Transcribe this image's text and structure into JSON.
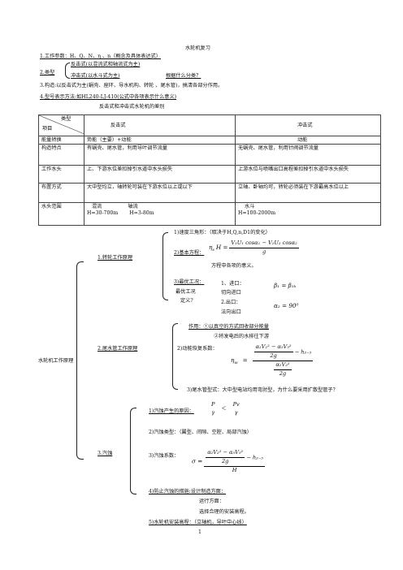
{
  "title": "水轮机复习",
  "item1": "1.工作参数：H、Q、N、η 、n（概念及具体表达式）",
  "item2": {
    "label": "2.类型",
    "reaction": "反击式(以混流式和轴流式为主)",
    "impulse": "冲击式(以水斗式为主)",
    "question": "根据什么分类？"
  },
  "item3": "3.构造:以反击式为主(蜗壳、座环、导水机构、转轮 、尾水管)，搞清各部分作用。",
  "item4": "4.型号表示方法:如HL240-LJ-410(公式中各项表示什么意义)",
  "table_caption": "反击式和冲击式水轮机的差别",
  "table": {
    "header": {
      "diag_top": "类型",
      "diag_bottom": "项目",
      "col1": "反击式",
      "col2": "冲击式"
    },
    "rows": [
      {
        "item": "能量转换",
        "reaction": "势能（主要）+动能",
        "impulse": "动能"
      },
      {
        "item": "构造特点",
        "reaction": "有蜗壳、尾水管，利用导叶调节流量",
        "impulse": "无蜗壳、尾水管，利用针阀调节流量"
      },
      {
        "item": "工作水头",
        "reaction": "上、下游水位差扣掉引水道中水头损失",
        "impulse": "上游水位与喷嘴出口高程差扣掉引水道中水头损失"
      },
      {
        "item": "布置方式",
        "reaction": "大中型均立，轴转轮可装在下游水位以上或以下",
        "impulse": "立轴、卧轴均可，转轮必须装在下游最高水位以上"
      },
      {
        "item": "水头范围",
        "reaction_a": "混流",
        "reaction_b": "轴流",
        "reaction_c": "H=30-700m",
        "reaction_d": "H=3-80m",
        "impulse_a": "水斗",
        "impulse_b": "H=100-2000m"
      }
    ]
  },
  "tree": {
    "root": "水轮机工作原理",
    "s1": {
      "label": "1.转轮工作原理",
      "a": "1)速度三角形：（取决于H,Q,n,D1的变化）",
      "b": "2)基本方程：",
      "b_eq_lhs": "η",
      "b_eq_sub": "s",
      "b_eq_h": "H =",
      "b_num": "V₁U₁ cosα₁ − V₂U₂ cosα₂",
      "b_den": "g",
      "b_note": "方程中各项的意义。",
      "c": "3)最优工况：",
      "c2": "最优工况",
      "c3": "定义?",
      "c_in": "1、进口：",
      "c_in2": "切向进口",
      "c_out": "2.出口：",
      "c_out2": "法向出口",
      "c_eq1": "β₁ = β₁ₖ",
      "c_eq2": "α₂ = 90⁰"
    },
    "s2": {
      "label": "2.尾水管工作原理",
      "a": "作用：①以真空的方式回收部分能量",
      "a2": "②将发电后的水排往下游",
      "b": "2)动能恢复系数：",
      "b_eta": "η",
      "b_eta_sub": "w",
      "b_eq": "=",
      "b_num": "α₂V₂² − α₅V₅²",
      "b_num_den": "2g",
      "b_num_tail": "− h₂₋₅",
      "b_den": "α₂V₂²",
      "b_den_den": "2g",
      "c": "3)尾水管型式：大中型电站均用弯肘型，为什么要采用扩散型管子？"
    },
    "s3": {
      "label": "3.汽蚀",
      "a": "1)汽蚀产生的原因：",
      "a_p": "P",
      "a_pv": "Pv",
      "a_g": "γ",
      "a_lt": "＜",
      "b": "2)汽蚀类型：（翼型、间隙、空腔、局部汽蚀）",
      "c": "3)汽蚀系数：",
      "c_sigma": "σ =",
      "c_num": "α₂V₂² − α₅V₅²",
      "c_num_den": "2g",
      "c_num_tail": "− h₂₋₅",
      "c_den": "H",
      "d": "4)防止汽蚀的措施:设计制造方面：",
      "d2": "运行方面：",
      "d3": "选择合理的安装高程。",
      "e": "5)水轮机安装高程：（立轴机，导叶中心线）"
    }
  },
  "page_number": "1"
}
